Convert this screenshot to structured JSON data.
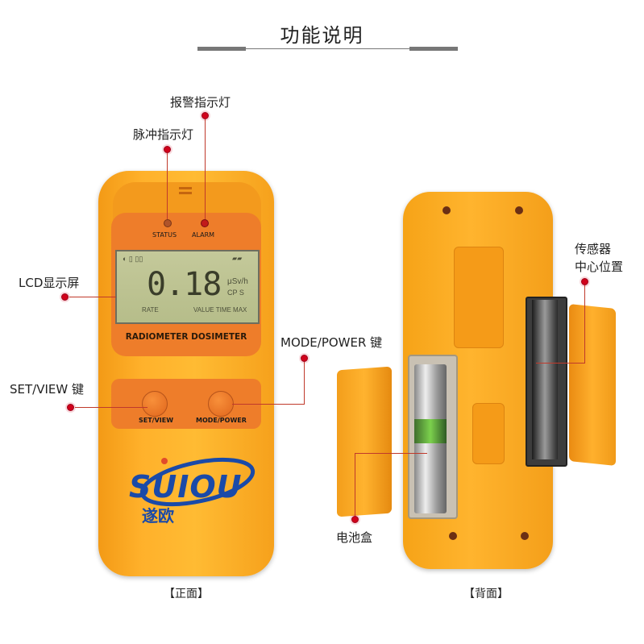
{
  "header": {
    "title": "功能说明"
  },
  "labels": {
    "alarm_light": "报警指示灯",
    "pulse_light": "脉冲指示灯",
    "lcd_screen": "LCD显示屏",
    "mode_power_key": "MODE/POWER 键",
    "set_view_key": "SET/VIEW 键",
    "sensor_center": [
      "传感器",
      "中心位置"
    ],
    "battery_box": "电池盒"
  },
  "device": {
    "status_led": "STATUS",
    "alarm_led": "ALARM",
    "lcd_value": "0.18",
    "lcd_unit_top": "μSv/h",
    "lcd_unit_bottom": "CP S",
    "lcd_rate": "RATE",
    "lcd_bottom_right": "VALUE TIME MAX",
    "model_label": "RADIOMETER DOSIMETER",
    "btn_left": "SET/VIEW",
    "btn_right": "MODE/POWER",
    "logo_text": "SUIOU",
    "logo_cn": "遂欧"
  },
  "captions": {
    "front": "【正面】",
    "back": "【背面】"
  },
  "colors": {
    "accent_dot": "#d0021b",
    "device_orange": "#ffb12b",
    "panel_orange": "#ee7d2a",
    "logo_blue": "#1a4aa8"
  }
}
